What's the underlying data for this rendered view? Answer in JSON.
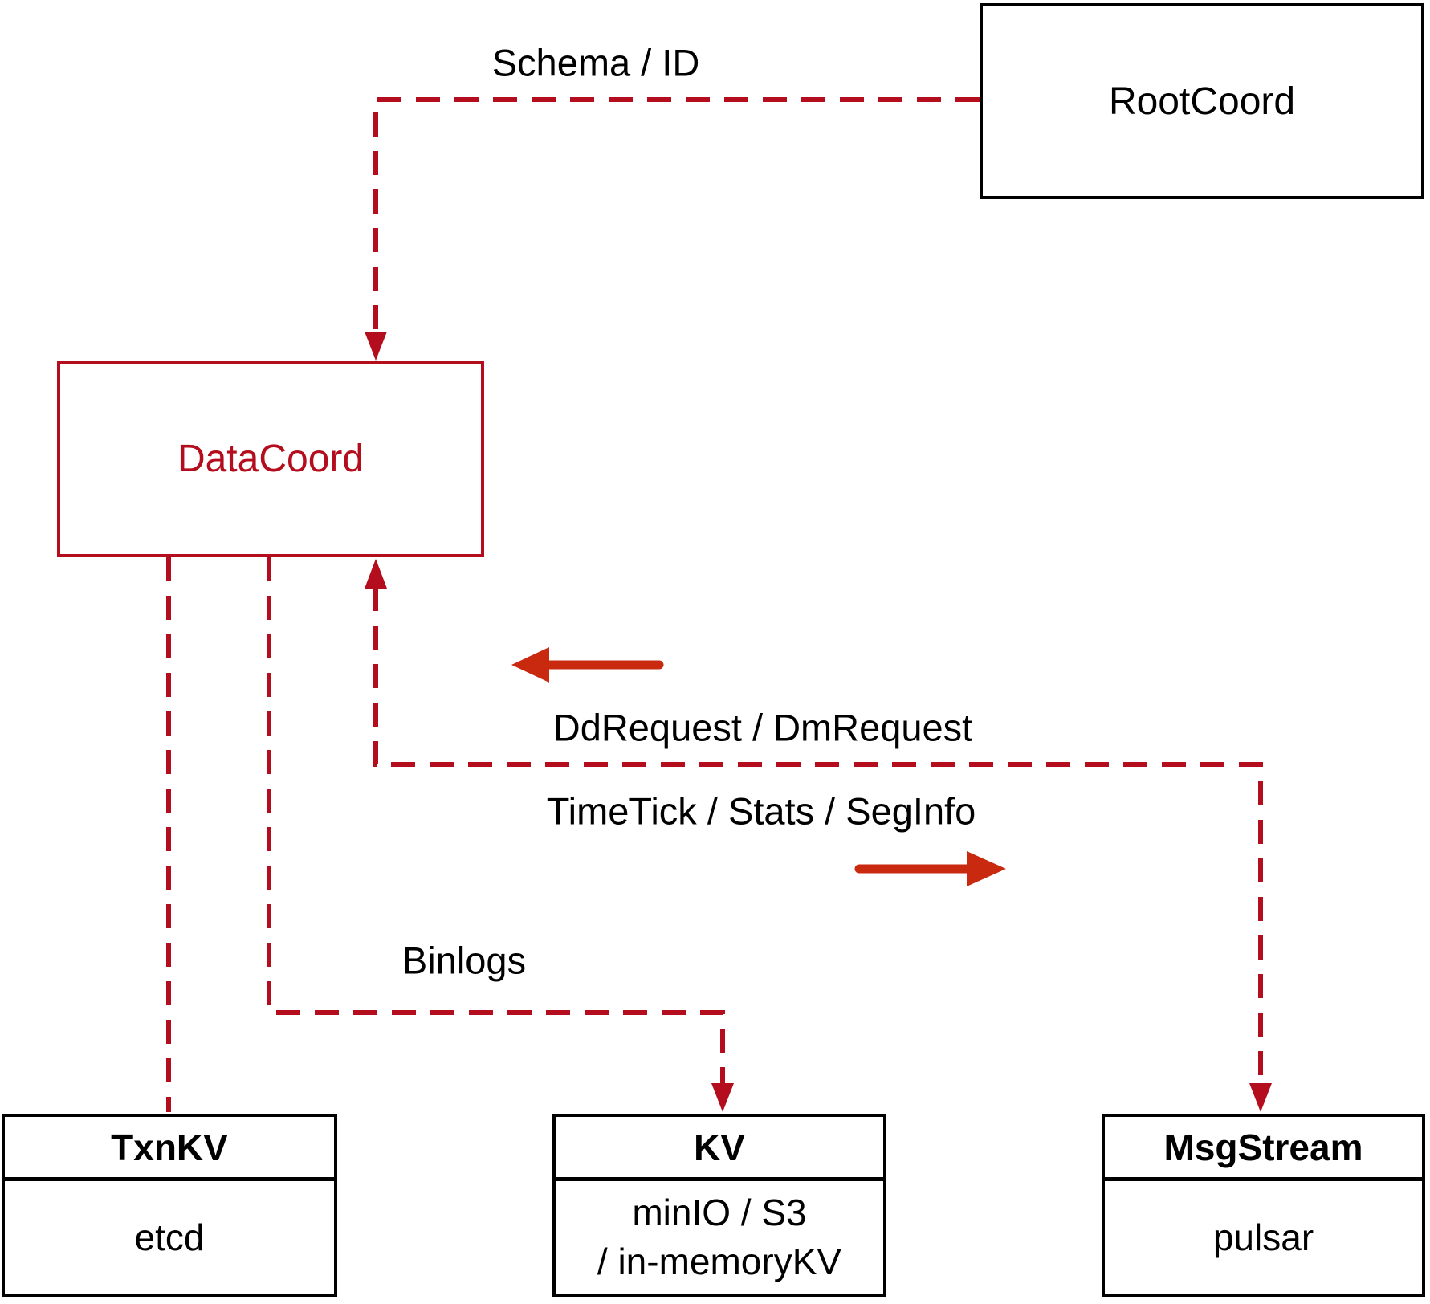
{
  "diagram": {
    "nodes": {
      "root_coord": {
        "title": "RootCoord"
      },
      "data_coord": {
        "title": "DataCoord"
      },
      "txn_kv": {
        "title": "TxnKV",
        "body": "etcd"
      },
      "kv": {
        "title": "KV",
        "body_line1": "minIO / S3",
        "body_line2": "/ in-memoryKV"
      },
      "msg_stream": {
        "title": "MsgStream",
        "body": "pulsar"
      }
    },
    "edge_labels": {
      "schema_id": "Schema / ID",
      "dd_request": "DdRequest / DmRequest",
      "time_tick": "TimeTick / Stats / SegInfo",
      "binlogs": "Binlogs"
    },
    "colors": {
      "crimson": "#b30d1e",
      "arrow_red": "#c8290f",
      "box_border": "#000000",
      "text_black": "#000000",
      "background": "#ffffff"
    }
  }
}
